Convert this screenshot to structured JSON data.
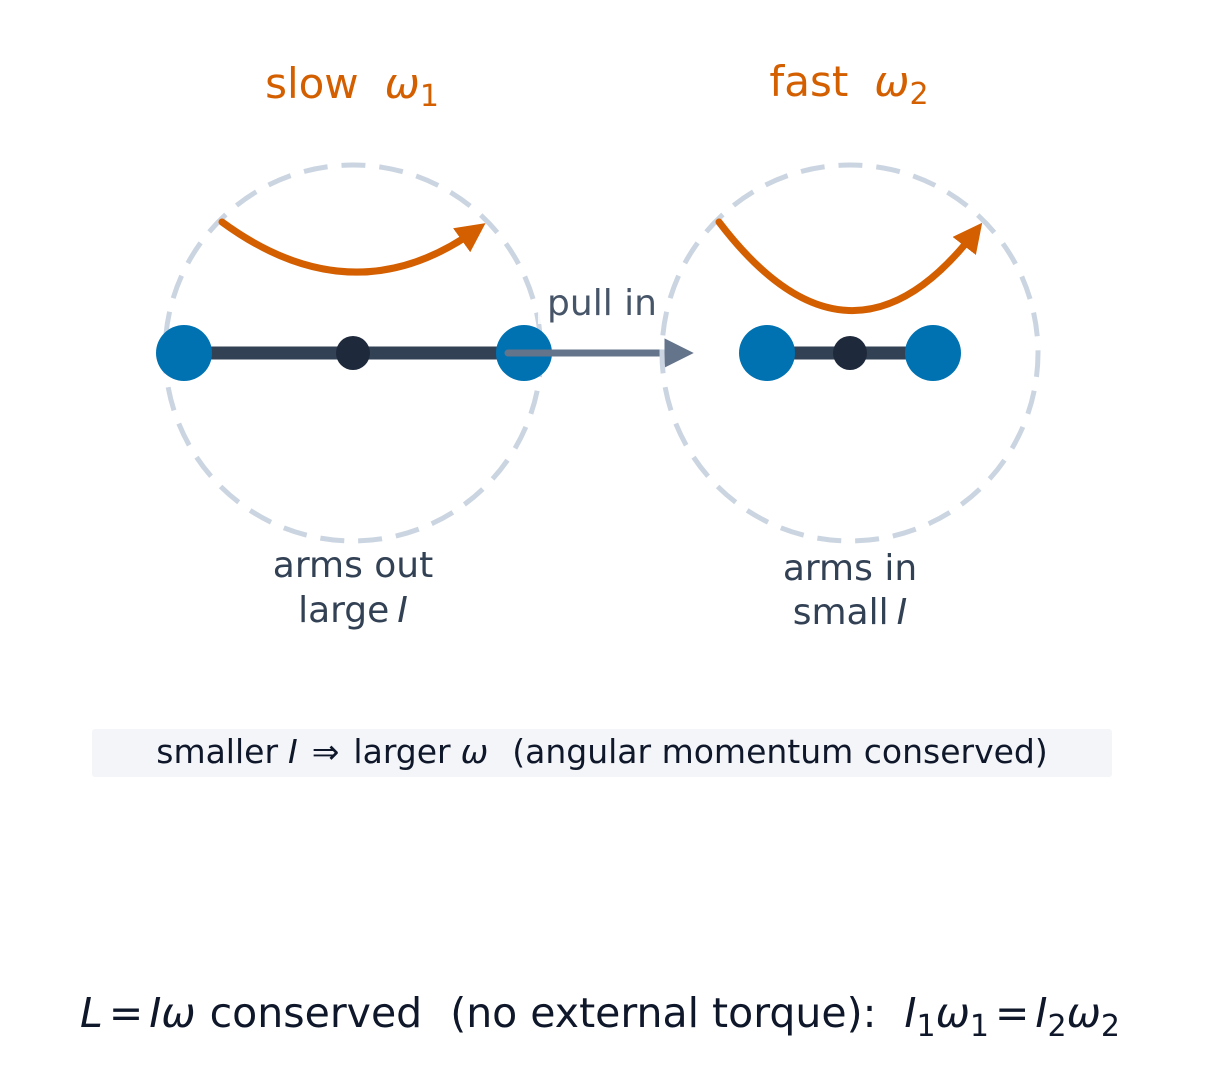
{
  "colors": {
    "accent_orange": "#d35f00",
    "mass_blue": "#0072b2",
    "rod_dark": "#334155",
    "pivot_dark": "#1e293b",
    "orbit_dashed": "#cbd5e1",
    "arrow_gray": "#64748b",
    "label_text": "#334155",
    "caption_bg": "#f3f5f8",
    "formula_text": "#0f172a"
  },
  "left": {
    "title_word": "slow",
    "omega_symbol": "ω",
    "omega_sub": "1",
    "label_line1": "arms out",
    "label_line2_word": "large",
    "label_line2_symbol": "I"
  },
  "right": {
    "title_word": "fast",
    "omega_symbol": "ω",
    "omega_sub": "2",
    "label_line1": "arms in",
    "label_line2_word": "small",
    "label_line2_symbol": "I"
  },
  "transition": {
    "label": "pull in"
  },
  "caption": {
    "prefix": "smaller",
    "I_symbol": "I",
    "implies": "⇒",
    "mid": "larger",
    "omega_symbol": "ω",
    "suffix": "(angular momentum conserved)"
  },
  "formula": {
    "L": "L",
    "eq1": "=",
    "I": "I",
    "omega": "ω",
    "text_conserved": "conserved",
    "text_paren": "(no external torque):",
    "I1": "I",
    "sub1": "1",
    "omega1": "ω",
    "sub1b": "1",
    "eq2": "=",
    "I2": "I",
    "sub2": "2",
    "omega2": "ω",
    "sub2b": "2"
  }
}
